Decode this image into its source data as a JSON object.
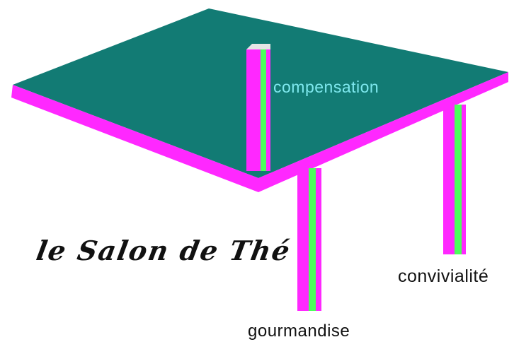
{
  "title": "le Salon de Thé",
  "pillars": [
    {
      "id": "center",
      "label": "compensation"
    },
    {
      "id": "right",
      "label": "convivialité"
    },
    {
      "id": "front",
      "label": "gourmandise"
    }
  ],
  "colors": {
    "table_top": "#127b74",
    "table_edge": "#ff28ff",
    "leg_stripe": "#4cff5c",
    "label_highlight": "#7ee8ee",
    "label_dark": "#111111",
    "background": "#ffffff"
  }
}
